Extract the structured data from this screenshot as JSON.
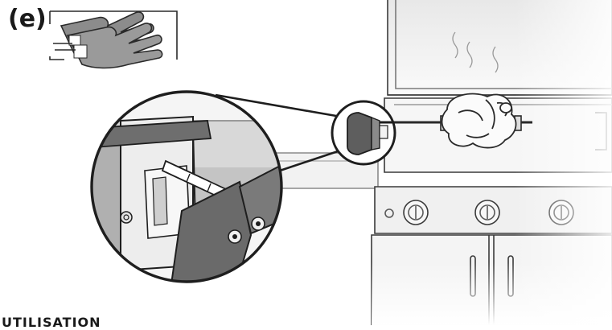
{
  "step_label": "(e)",
  "section_heading": "UTILISATION",
  "icons": {
    "gloves": "heat-resistant-gloves-icon",
    "grill": "gas-grill",
    "chicken": "chicken-on-spit",
    "motor": "rotisserie-motor",
    "magnifier": "zoom-detail-circle"
  },
  "colors": {
    "outline": "#2a2a2a",
    "glove_fill": "#8c8c8c",
    "motor_fill": "#5e5e5e",
    "grill_fill": "#f4f4f4",
    "shade": "#cfcfcf"
  }
}
